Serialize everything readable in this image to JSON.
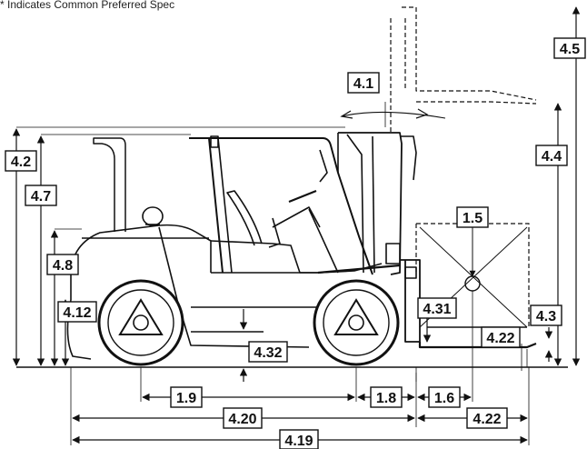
{
  "footnote": "* Indicates Common Preferred Spec",
  "labels": {
    "d4_1": "4.1",
    "d4_2": "4.2",
    "d4_3": "4.3",
    "d4_4": "4.4",
    "d4_5": "4.5",
    "d4_7": "4.7",
    "d4_8": "4.8",
    "d4_12": "4.12",
    "d4_31": "4.31",
    "d4_32": "4.32",
    "d1_5": "1.5",
    "d1_6": "1.6",
    "d1_8": "1.8",
    "d1_9": "1.9",
    "d4_19": "4.19",
    "d4_20": "4.20",
    "d4_22_upper": "4.22",
    "d4_22_lower": "4.22"
  }
}
